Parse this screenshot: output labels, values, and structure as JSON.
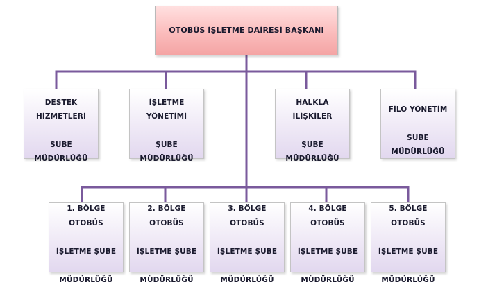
{
  "colors": {
    "connector": "#7a5a9c",
    "top_fill": "#fbbcbc",
    "box_fill": "#ece6f4"
  },
  "org": {
    "root": {
      "label": "OTOBÜS İŞLETME DAİRESİ BAŞKANI"
    },
    "branches": [
      {
        "line1": "DESTEK HİZMETLERİ",
        "line2": "ŞUBE MÜDÜRLÜĞÜ"
      },
      {
        "line1": "İŞLETME YÖNETİMİ",
        "line2": "ŞUBE MÜDÜRLÜĞÜ"
      },
      {
        "line1": "HALKLA İLİŞKİLER",
        "line2": "ŞUBE MÜDÜRLÜĞÜ"
      },
      {
        "line1": "FİLO YÖNETİM",
        "line2": "ŞUBE MÜDÜRLÜĞÜ"
      }
    ],
    "regions": [
      {
        "line1": "1. BÖLGE OTOBÜS",
        "line2": "İŞLETME ŞUBE",
        "line3": "MÜDÜRLÜĞÜ"
      },
      {
        "line1": "2. BÖLGE OTOBÜS",
        "line2": "İŞLETME ŞUBE",
        "line3": "MÜDÜRLÜĞÜ"
      },
      {
        "line1": "3. BÖLGE OTOBÜS",
        "line2": "İŞLETME ŞUBE",
        "line3": "MÜDÜRLÜĞÜ"
      },
      {
        "line1": "4. BÖLGE OTOBÜS",
        "line2": "İŞLETME ŞUBE",
        "line3": "MÜDÜRLÜĞÜ"
      },
      {
        "line1": "5. BÖLGE OTOBÜS",
        "line2": "İŞLETME ŞUBE",
        "line3": "MÜDÜRLÜĞÜ"
      }
    ]
  }
}
